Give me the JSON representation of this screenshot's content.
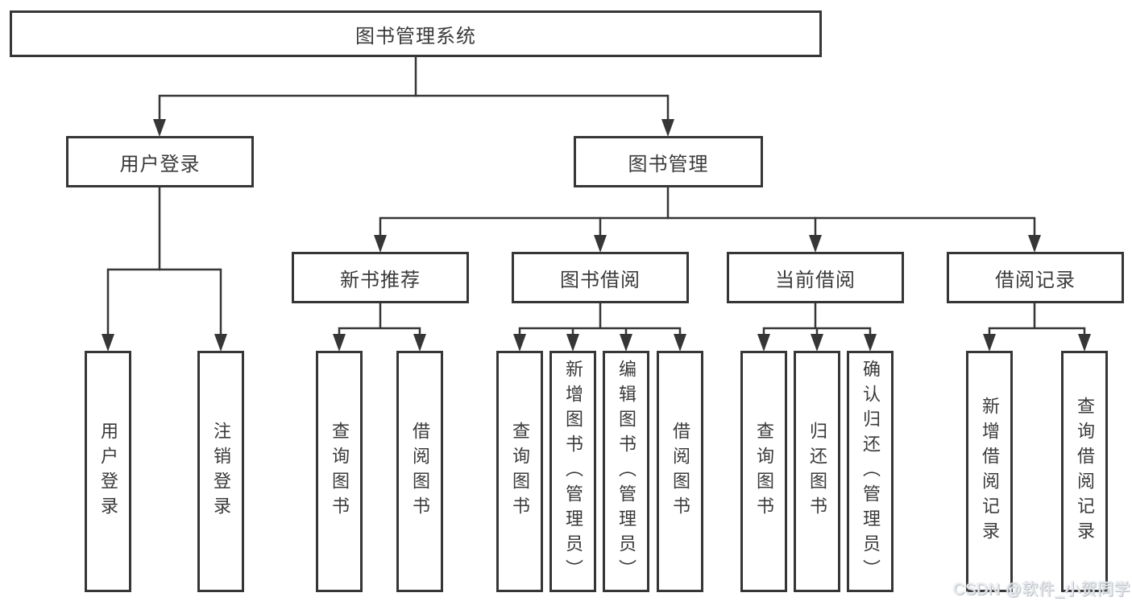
{
  "diagram": {
    "title": "图书管理系统",
    "root": {
      "label": "图书管理系统"
    },
    "level2": [
      {
        "label": "用户登录"
      },
      {
        "label": "图书管理"
      }
    ],
    "level3": [
      {
        "label": "新书推荐",
        "parent": "图书管理"
      },
      {
        "label": "图书借阅",
        "parent": "图书管理"
      },
      {
        "label": "当前借阅",
        "parent": "图书管理"
      },
      {
        "label": "借阅记录",
        "parent": "图书管理"
      }
    ],
    "leaves": [
      {
        "label": "用户登录",
        "parent": "用户登录"
      },
      {
        "label": "注销登录",
        "parent": "用户登录"
      },
      {
        "label": "查询图书",
        "parent": "新书推荐"
      },
      {
        "label": "借阅图书",
        "parent": "新书推荐"
      },
      {
        "label": "查询图书",
        "parent": "图书借阅"
      },
      {
        "label": "新增图书（管理员）",
        "parent": "图书借阅"
      },
      {
        "label": "编辑图书（管理员）",
        "parent": "图书借阅"
      },
      {
        "label": "借阅图书",
        "parent": "图书借阅"
      },
      {
        "label": "查询图书",
        "parent": "当前借阅"
      },
      {
        "label": "归还图书",
        "parent": "当前借阅"
      },
      {
        "label": "确认归还（管理员）",
        "parent": "当前借阅"
      },
      {
        "label": "新增借阅记录",
        "parent": "借阅记录"
      },
      {
        "label": "查询借阅记录",
        "parent": "借阅记录"
      }
    ]
  },
  "watermark": {
    "text": "CSDN @软件_小贺同学"
  },
  "colors": {
    "line": "#363636",
    "box_border": "#363636",
    "text": "#3a3a3a",
    "background": "#ffffff",
    "watermark": "#e9ebee"
  }
}
